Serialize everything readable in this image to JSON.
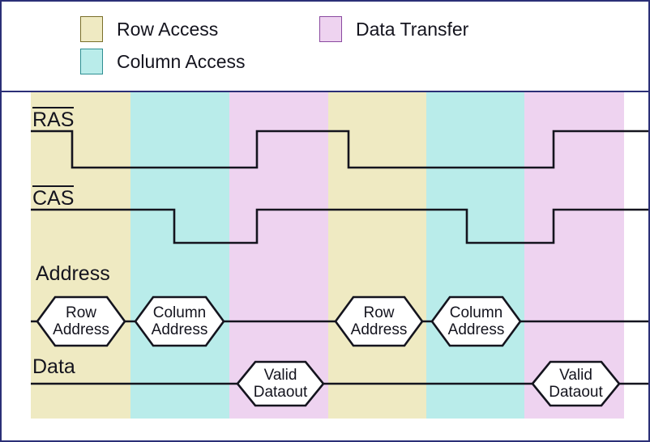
{
  "legend": {
    "entries": [
      {
        "label": "Row Access",
        "color": "#efeac2",
        "border": "#7a6f2a",
        "swatch_name": "row-access-swatch"
      },
      {
        "label": "Column Access",
        "color": "#b9ecea",
        "border": "#2e8f92",
        "swatch_name": "column-access-swatch"
      },
      {
        "label": "Data Transfer",
        "color": "#eed3f0",
        "border": "#8a4aa0",
        "swatch_name": "data-transfer-swatch"
      }
    ]
  },
  "colors": {
    "row_access": "#efeac2",
    "column_access": "#b9ecea",
    "data_transfer": "#eed3f0",
    "signal": "#14141e",
    "frame": "#2b2f77",
    "background": "#ffffff",
    "hex_fill": "#ffffff"
  },
  "signals": {
    "ras": {
      "name": "RAS",
      "overbar": true
    },
    "cas": {
      "name": "CAS",
      "overbar": true
    },
    "address": {
      "name": "Address",
      "overbar": false
    },
    "data": {
      "name": "Data",
      "overbar": false
    }
  },
  "bus_labels": {
    "address": [
      {
        "line1": "Row",
        "line2": "Address"
      },
      {
        "line1": "Column",
        "line2": "Address"
      },
      {
        "line1": "Row",
        "line2": "Address"
      },
      {
        "line1": "Column",
        "line2": "Address"
      }
    ],
    "data": [
      {
        "line1": "Valid",
        "line2": "Dataout"
      },
      {
        "line1": "Valid",
        "line2": "Dataout"
      }
    ]
  },
  "chart_data": {
    "type": "line",
    "title": "DRAM access timing diagram",
    "xlabel": "",
    "ylabel": "",
    "xlim": [
      36,
      798
    ],
    "grid": false,
    "legend_position": "top",
    "bands": [
      {
        "phase": "Row Access",
        "x_start": 36,
        "x_end": 159,
        "color": "#efeac2"
      },
      {
        "phase": "Column Access",
        "x_start": 159,
        "x_end": 281,
        "color": "#b9ecea"
      },
      {
        "phase": "Data Transfer",
        "x_start": 281,
        "x_end": 403,
        "color": "#eed3f0"
      },
      {
        "phase": "Row Access",
        "x_start": 403,
        "x_end": 524,
        "color": "#efeac2"
      },
      {
        "phase": "Column Access",
        "x_start": 524,
        "x_end": 645,
        "color": "#b9ecea"
      },
      {
        "phase": "Data Transfer",
        "x_start": 645,
        "x_end": 768,
        "color": "#eed3f0"
      }
    ],
    "series": [
      {
        "name": "RAS",
        "type": "digital",
        "y_high": 50,
        "y_low": 95,
        "points": [
          {
            "x": 36,
            "level": "high"
          },
          {
            "x": 87,
            "level": "low"
          },
          {
            "x": 315,
            "level": "high"
          },
          {
            "x": 428,
            "level": "low"
          },
          {
            "x": 681,
            "level": "high"
          },
          {
            "x": 798,
            "level": "high"
          }
        ]
      },
      {
        "name": "CAS",
        "type": "digital",
        "y_high": 147,
        "y_low": 188,
        "points": [
          {
            "x": 36,
            "level": "high"
          },
          {
            "x": 213,
            "level": "low"
          },
          {
            "x": 315,
            "level": "high"
          },
          {
            "x": 574,
            "level": "low"
          },
          {
            "x": 681,
            "level": "high"
          },
          {
            "x": 798,
            "level": "high"
          }
        ]
      },
      {
        "name": "Address",
        "type": "bus",
        "y_mid": 285,
        "half_height": 30,
        "bevel": 22,
        "boxes": [
          {
            "x_start": 44,
            "x_end": 152,
            "label": "Row Address"
          },
          {
            "x_start": 165,
            "x_end": 274,
            "label": "Column Address"
          },
          {
            "x_start": 412,
            "x_end": 519,
            "label": "Row Address"
          },
          {
            "x_start": 531,
            "x_end": 640,
            "label": "Column Address"
          }
        ]
      },
      {
        "name": "Data",
        "type": "bus",
        "y_mid": 362,
        "half_height": 27,
        "bevel": 22,
        "boxes": [
          {
            "x_start": 291,
            "x_end": 397,
            "label": "Valid Dataout"
          },
          {
            "x_start": 655,
            "x_end": 762,
            "label": "Valid Dataout"
          }
        ]
      }
    ]
  }
}
